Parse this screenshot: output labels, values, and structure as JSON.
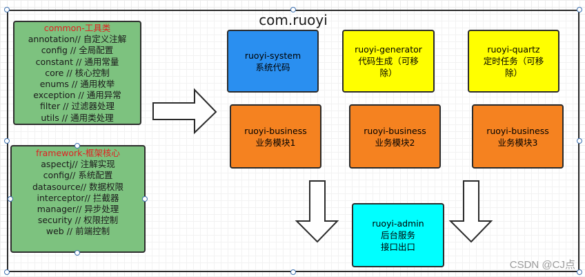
{
  "diagram": {
    "title": "com.ruoyi",
    "common": {
      "heading": "common-工具类",
      "lines": [
        "annotation// 自定义注解",
        "config    // 全局配置",
        "constant  // 通用常量",
        "core      // 核心控制",
        "enums     // 通用枚举",
        "exception // 通用异常",
        "filter    // 过滤器处理",
        "utils     // 通用类处理"
      ]
    },
    "framework": {
      "heading": "framework-框架核心",
      "lines": [
        "aspectj// 注解实现",
        "config// 系统配置",
        "datasource// 数据权限",
        "interceptor// 拦截器",
        "manager// 异步处理",
        "security  // 权限控制",
        "web    // 前端控制"
      ]
    },
    "modules": [
      {
        "line1": "ruoyi-system",
        "line2": "系统代码",
        "color": "#2a8ff0"
      },
      {
        "line1": "ruoyi-generator",
        "line2": "代码生成（可移除）",
        "color": "#ffff00"
      },
      {
        "line1": "ruoyi-quartz",
        "line2": "定时任务（可移除）",
        "color": "#ffff00"
      },
      {
        "line1": "ruoyi-business",
        "line2": "业务模块1",
        "color": "#f58220"
      },
      {
        "line1": "ruoyi-business",
        "line2": "业务模块2",
        "color": "#f58220"
      },
      {
        "line1": "ruoyi-business",
        "line2": "业务模块3",
        "color": "#f58220"
      }
    ],
    "admin": {
      "line1": "ruoyi-admin",
      "line2": "后台服务",
      "line3": "接口出口",
      "color": "#00ffff"
    },
    "common_color": "#7dc27f",
    "heading_color": "#e02020"
  },
  "watermark": "CSDN @CJ点"
}
